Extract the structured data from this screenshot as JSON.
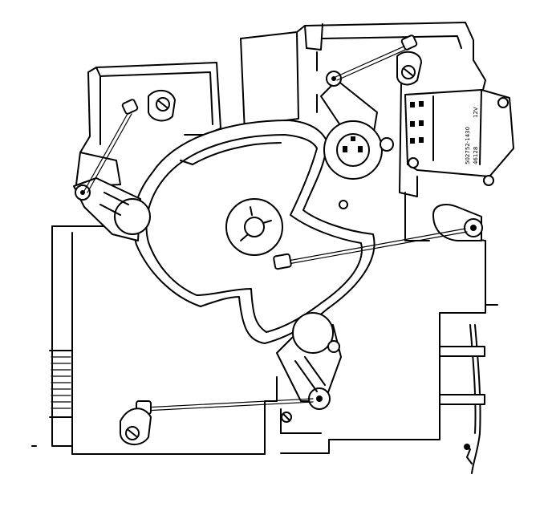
{
  "labels": {
    "part_number": "502752-1430",
    "code": "46128",
    "voltage": "12V"
  }
}
